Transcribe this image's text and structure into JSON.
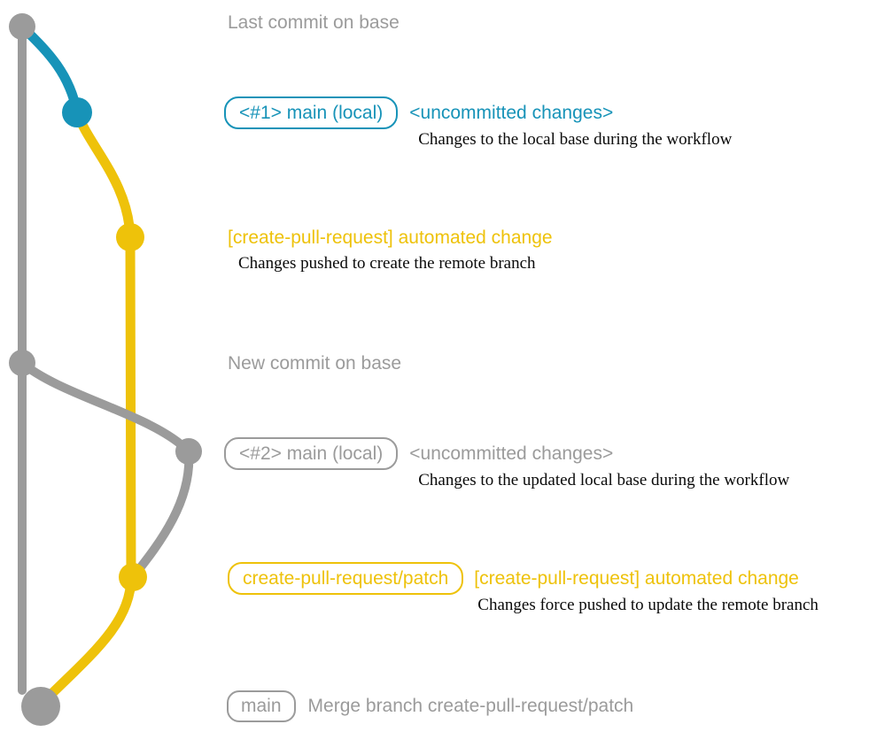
{
  "colors": {
    "gray": "#9b9b9b",
    "blue": "#1793b8",
    "yellow": "#eec20a",
    "ink": "#0a0a0a",
    "bg": "#ffffff"
  },
  "graph": {
    "commit_dots": [
      {
        "name": "commit-dot-last-base",
        "color": "gray"
      },
      {
        "name": "commit-dot-main-local-1",
        "color": "blue"
      },
      {
        "name": "commit-dot-automated-change-1",
        "color": "yellow"
      },
      {
        "name": "commit-dot-new-base",
        "color": "gray"
      },
      {
        "name": "commit-dot-main-local-2",
        "color": "gray"
      },
      {
        "name": "commit-dot-automated-change-2",
        "color": "yellow"
      },
      {
        "name": "commit-dot-merge",
        "color": "gray"
      }
    ]
  },
  "annotations": {
    "row1": {
      "text": "Last commit on base"
    },
    "row2": {
      "badge": "<#1> main (local)",
      "title": "<uncommitted changes>",
      "description": "Changes to the local base during the workflow"
    },
    "row3": {
      "title": "[create-pull-request] automated change",
      "description": "Changes pushed to create the remote branch"
    },
    "row4": {
      "text": "New commit on base"
    },
    "row5": {
      "badge": "<#2> main (local)",
      "title": "<uncommitted changes>",
      "description": "Changes to the updated local base during the workflow"
    },
    "row6": {
      "badge": "create-pull-request/patch",
      "title": "[create-pull-request] automated change",
      "description": "Changes force pushed to update the remote branch"
    },
    "row7": {
      "badge": "main",
      "text": "Merge branch create-pull-request/patch"
    }
  }
}
